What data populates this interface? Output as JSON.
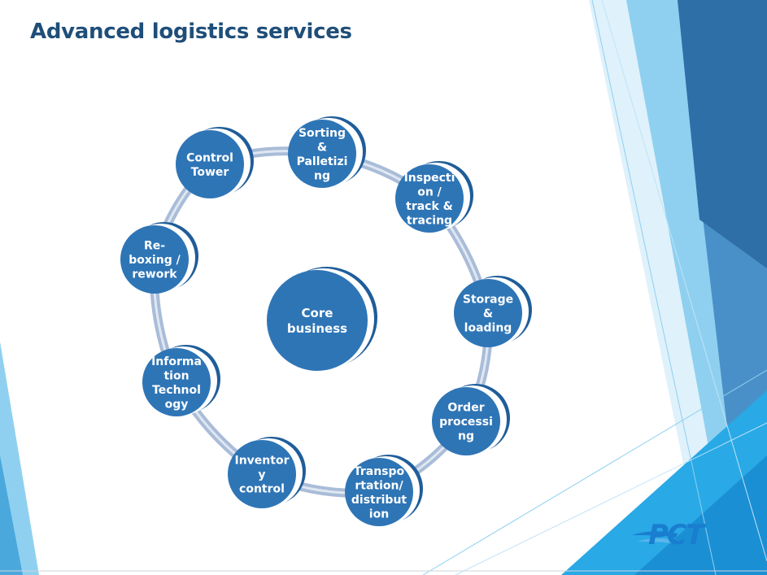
{
  "title": "Advanced logistics services",
  "center": {
    "label_lines": [
      "Core",
      "business"
    ]
  },
  "nodes": [
    {
      "id": "control-tower",
      "label_lines": [
        "Control",
        "Tower"
      ]
    },
    {
      "id": "sorting-palletizing",
      "label_lines": [
        "Sorting",
        "&",
        "Palletizi",
        "ng"
      ]
    },
    {
      "id": "inspection-tracking",
      "label_lines": [
        "Inspecti",
        "on /",
        "track &",
        "tracing"
      ]
    },
    {
      "id": "storage-loading",
      "label_lines": [
        "Storage",
        "&",
        "loading"
      ]
    },
    {
      "id": "order-processing",
      "label_lines": [
        "Order",
        "processi",
        "ng"
      ]
    },
    {
      "id": "transportation-distribution",
      "label_lines": [
        "Transpo",
        "rtation/",
        "distribut",
        "ion"
      ]
    },
    {
      "id": "inventory-control",
      "label_lines": [
        "Inventor",
        "y",
        "control"
      ]
    },
    {
      "id": "information-technology",
      "label_lines": [
        "Informa",
        "tion",
        "Technol",
        "ogy"
      ]
    },
    {
      "id": "reboxing-rework",
      "label_lines": [
        "Re-",
        "boxing /",
        "rework"
      ]
    }
  ],
  "colors": {
    "node": "#2e75b6",
    "node_shadow": "#1f5d99",
    "ring": "#a9bcd8",
    "title": "#1f4e79",
    "logo": "#1a7ed0"
  },
  "logo": {
    "text": "PCT"
  }
}
